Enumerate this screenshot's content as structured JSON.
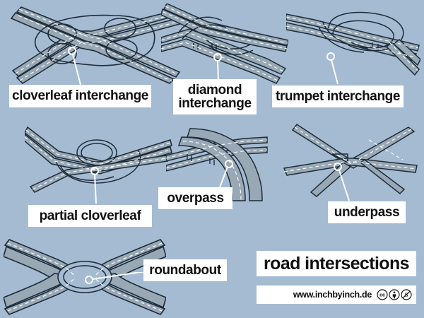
{
  "poster": {
    "title": "road intersections",
    "background_color": "#a5bbd2",
    "label_box_color": "#ffffff",
    "road_fill_color": "#98a8b4",
    "road_outline_color": "#1e2c3a",
    "lane_marking_color": "#ffffff"
  },
  "footer": {
    "url": "www.inchbyinch.de",
    "license_icons": [
      {
        "name": "creative-commons-icon",
        "glyph": "cc"
      },
      {
        "name": "cc-by-attribution-icon",
        "glyph": "person"
      },
      {
        "name": "cc-nc-noncommercial-icon",
        "glyph": "dollar-slash"
      }
    ]
  },
  "diagrams": [
    {
      "id": "cloverleaf-interchange",
      "label": "cloverleaf interchange",
      "label_lines": [
        "cloverleaf interchange"
      ]
    },
    {
      "id": "diamond-interchange",
      "label": "diamond interchange",
      "label_lines": [
        "diamond",
        "interchange"
      ]
    },
    {
      "id": "trumpet-interchange",
      "label": "trumpet interchange",
      "label_lines": [
        "trumpet interchange"
      ]
    },
    {
      "id": "partial-cloverleaf",
      "label": "partial cloverleaf",
      "label_lines": [
        "partial cloverleaf"
      ]
    },
    {
      "id": "overpass",
      "label": "overpass",
      "label_lines": [
        "overpass"
      ]
    },
    {
      "id": "underpass",
      "label": "underpass",
      "label_lines": [
        "underpass"
      ]
    },
    {
      "id": "roundabout",
      "label": "roundabout",
      "label_lines": [
        "roundabout"
      ]
    }
  ],
  "labels": {
    "cloverleaf": "cloverleaf interchange",
    "diamond": "diamond\ninterchange",
    "trumpet": "trumpet interchange",
    "partial_cloverleaf": "partial cloverleaf",
    "overpass": "overpass",
    "underpass": "underpass",
    "roundabout": "roundabout"
  }
}
